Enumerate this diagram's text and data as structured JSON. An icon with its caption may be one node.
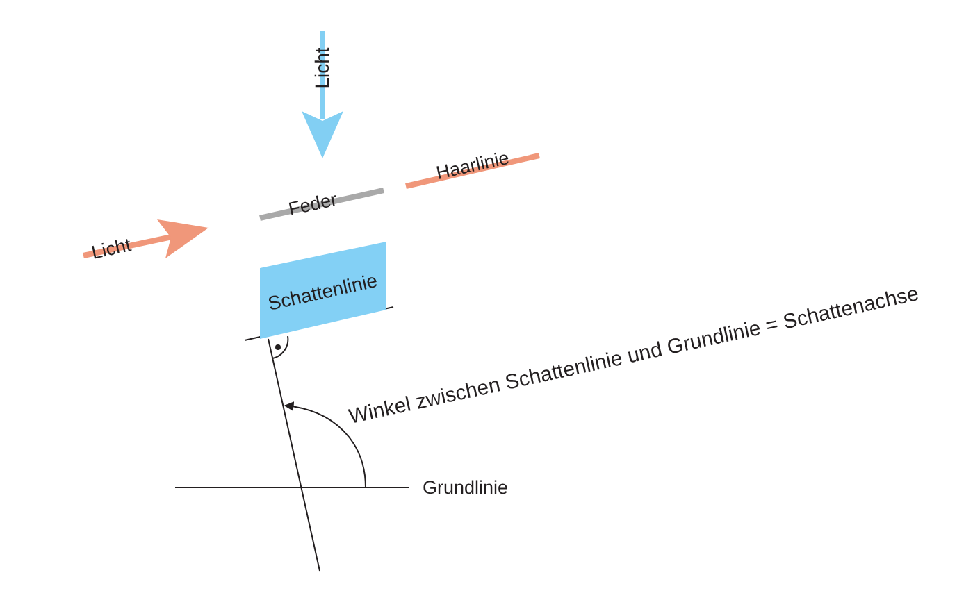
{
  "diagram": {
    "nodes": [
      {
        "text": [
          "Schattenlinie"
        ]
      }
    ],
    "labels": [
      "Licht",
      "Haarlinie",
      "Feder",
      "Licht",
      "Winkel zwischen Schattenlinie und Grundlinie = Schattenachse",
      "Grundlinie"
    ]
  }
}
